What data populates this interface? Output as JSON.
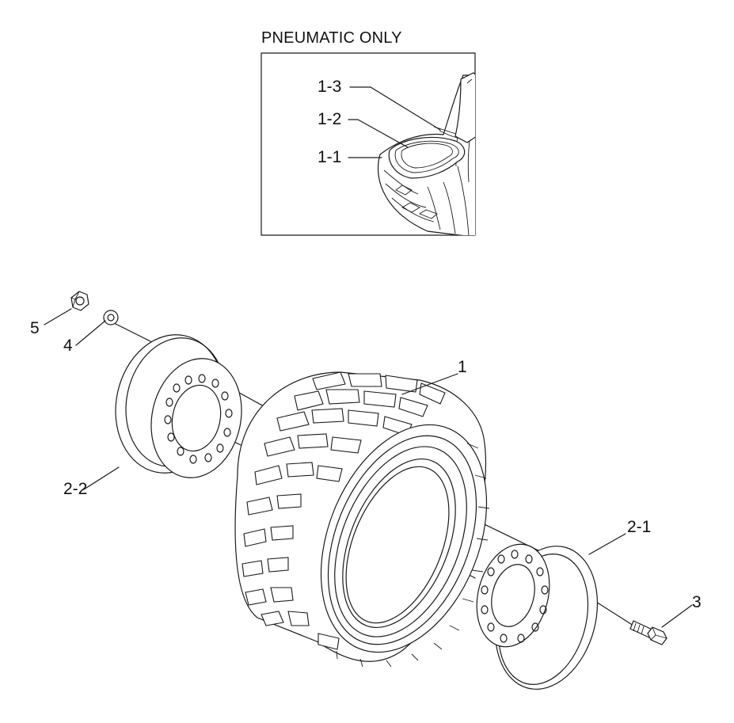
{
  "inset": {
    "title": "PNEUMATIC ONLY",
    "callouts": [
      "1-3",
      "1-2",
      "1-1"
    ]
  },
  "callouts": {
    "tire": "1",
    "rim_outer": "2-1",
    "rim_inner": "2-2",
    "bolt": "3",
    "washer": "4",
    "nut": "5"
  },
  "colors": {
    "line": "#1a1a1a",
    "background": "#ffffff"
  }
}
